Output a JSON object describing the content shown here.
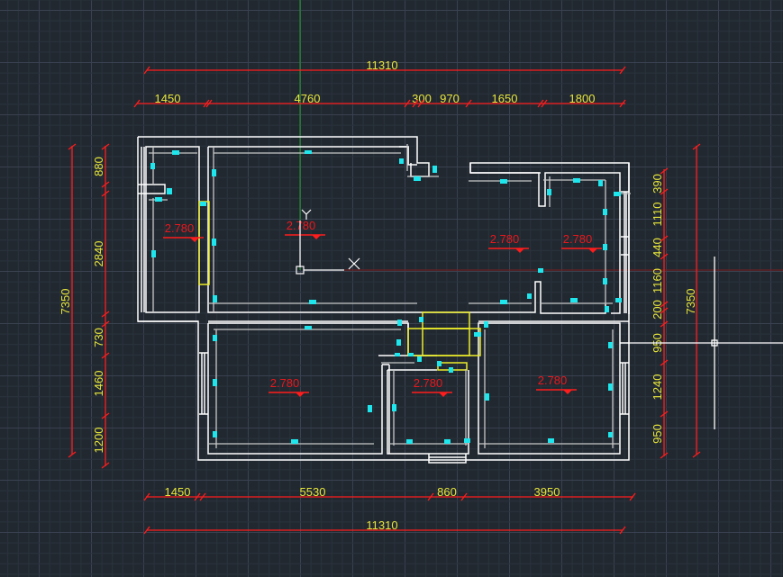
{
  "app": {
    "view": "model-space",
    "background": "#212830"
  },
  "colors": {
    "grid_minor": "#2b323d",
    "grid_major": "#3a4150",
    "axis_y": "#1f9c2a",
    "axis_x": "#7a1c1c",
    "dimension": "#ff1c1c",
    "dimension_text": "#e8e63a",
    "wall": "#ffffff",
    "opening": "#ecec2a",
    "fixture": "#1ee6ec",
    "elevation": "#e8181c"
  },
  "dimensions": {
    "top_overall": "11310",
    "top_segments": [
      "1450",
      "4760",
      "300",
      "970",
      "1650",
      "1800"
    ],
    "bottom_segments": [
      "1450",
      "5530",
      "860",
      "3950"
    ],
    "bottom_overall": "11310",
    "left_overall": "7350",
    "left_segments": [
      "880",
      "2840",
      "730",
      "1460",
      "1200"
    ],
    "right_segments": [
      "390",
      "1110",
      "440",
      "1160",
      "200",
      "950",
      "1240",
      "950"
    ],
    "right_overall": "7350"
  },
  "elevations": [
    {
      "room": "left-small-room",
      "value": "2.780"
    },
    {
      "room": "living-room",
      "value": "2.780"
    },
    {
      "room": "upper-right-room-a",
      "value": "2.780"
    },
    {
      "room": "upper-right-room-b",
      "value": "2.780"
    },
    {
      "room": "lower-left-bedroom",
      "value": "2.780"
    },
    {
      "room": "bathroom",
      "value": "2.780"
    },
    {
      "room": "lower-right-bedroom",
      "value": "2.780"
    }
  ],
  "ucs": {
    "x_label": "X",
    "y_label": "Y"
  }
}
